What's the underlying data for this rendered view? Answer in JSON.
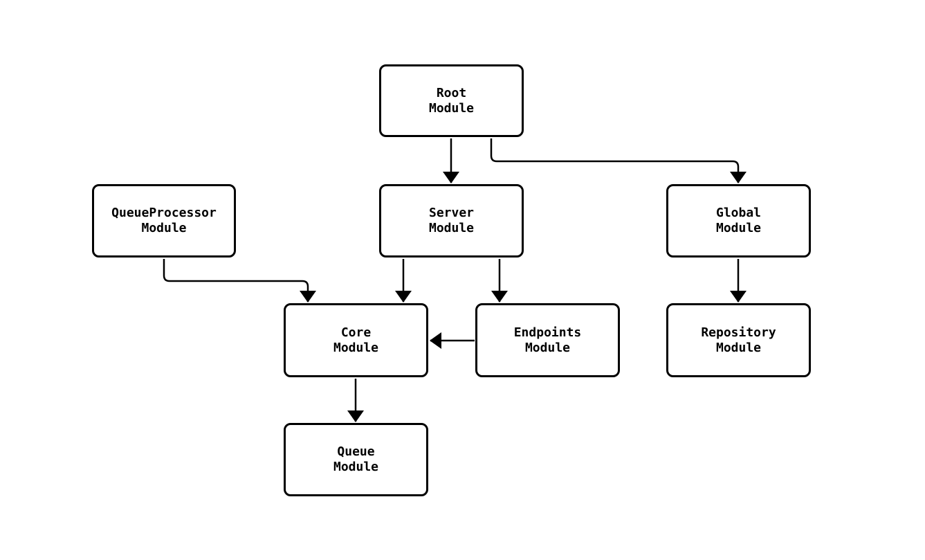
{
  "diagram_type": "module-dependency-flowchart",
  "colors": {
    "background": "#ffffff",
    "node_fill": "#ffffff",
    "node_border": "#000000",
    "edge_stroke": "#000000",
    "text": "#000000"
  },
  "nodes": {
    "root": {
      "line1": "Root",
      "line2": "Module"
    },
    "queueprocessor": {
      "line1": "QueueProcessor",
      "line2": "Module"
    },
    "server": {
      "line1": "Server",
      "line2": "Module"
    },
    "global": {
      "line1": "Global",
      "line2": "Module"
    },
    "core": {
      "line1": "Core",
      "line2": "Module"
    },
    "endpoints": {
      "line1": "Endpoints",
      "line2": "Module"
    },
    "repository": {
      "line1": "Repository",
      "line2": "Module"
    },
    "queue": {
      "line1": "Queue",
      "line2": "Module"
    }
  },
  "edges": [
    {
      "from": "Root Module",
      "to": "Server Module"
    },
    {
      "from": "Root Module",
      "to": "Global Module"
    },
    {
      "from": "QueueProcessor Module",
      "to": "Core Module"
    },
    {
      "from": "Server Module",
      "to": "Core Module"
    },
    {
      "from": "Server Module",
      "to": "Endpoints Module"
    },
    {
      "from": "Endpoints Module",
      "to": "Core Module"
    },
    {
      "from": "Core Module",
      "to": "Queue Module"
    },
    {
      "from": "Global Module",
      "to": "Repository Module"
    }
  ]
}
